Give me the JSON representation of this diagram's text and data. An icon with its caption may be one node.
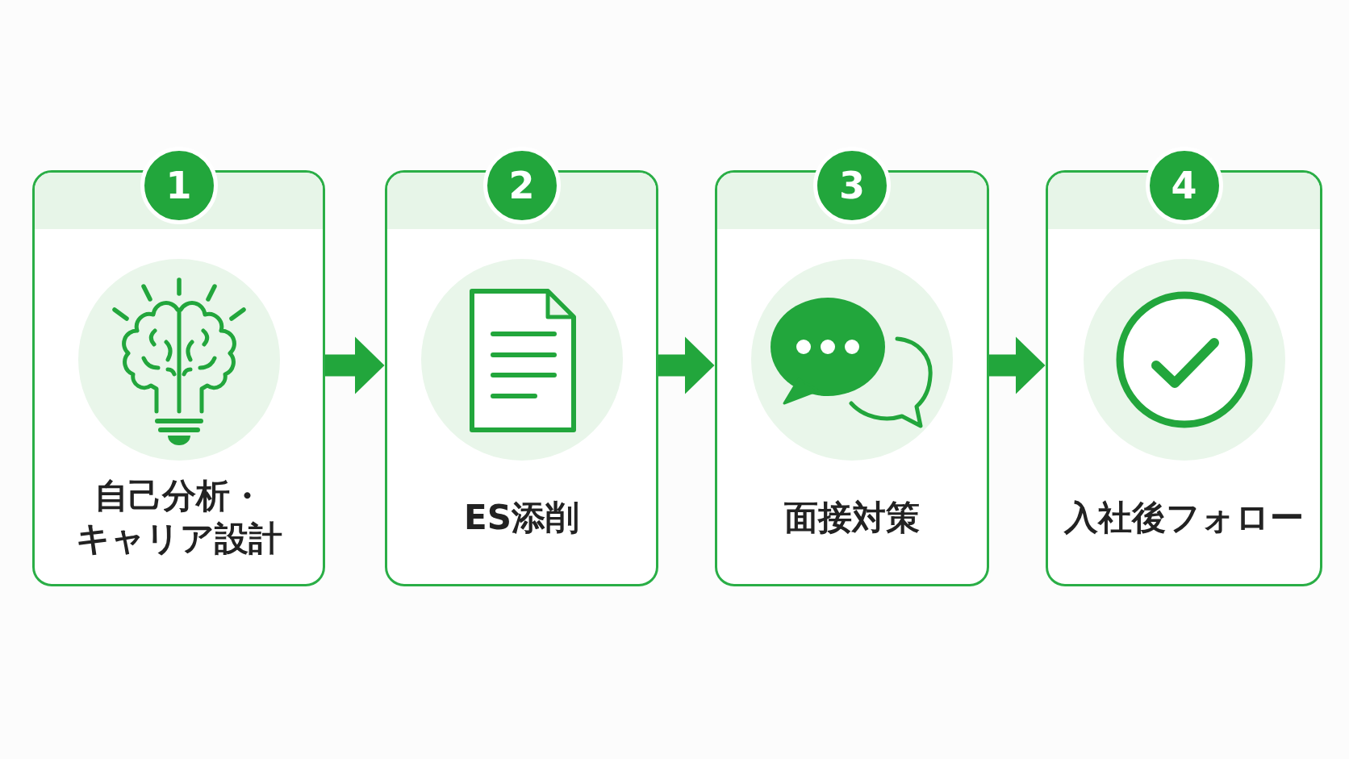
{
  "diagram": {
    "nodes": [
      {
        "text": [
          "1",
          "自己分析・キャリア設計"
        ]
      },
      {
        "text": [
          "2",
          "ES添削"
        ]
      },
      {
        "text": [
          "3",
          "面接対策"
        ]
      },
      {
        "text": [
          "4",
          "入社後フォロー"
        ]
      }
    ],
    "edges": [
      {
        "from": 0,
        "to": 1,
        "arrow": "to"
      },
      {
        "from": 1,
        "to": 2,
        "arrow": "to"
      },
      {
        "from": 2,
        "to": 3,
        "arrow": "to"
      }
    ]
  }
}
